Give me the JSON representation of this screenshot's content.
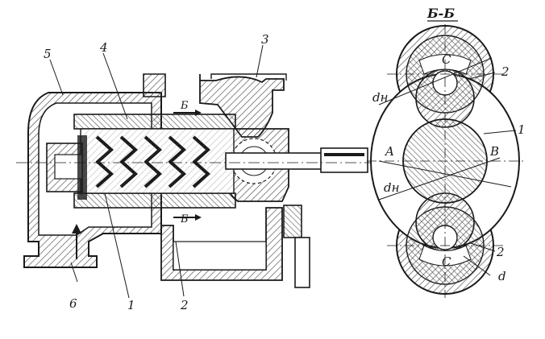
{
  "labels": {
    "section_title": "Б-Б",
    "left_view": {
      "n1": "1",
      "n2": "2",
      "n3": "3",
      "n4": "4",
      "n5": "5",
      "n6": "6",
      "cut_top": "Б",
      "cut_bottom": "Б"
    },
    "right_view": {
      "c_top": "C",
      "c_bottom": "C",
      "a": "A",
      "b": "B",
      "dn_top": "dн",
      "dn_bottom": "dн",
      "d": "d",
      "n1": "1",
      "n2_top": "2",
      "n2_bottom": "2"
    }
  },
  "colors": {
    "ink": "#1a1a1a",
    "hatch": "#555555",
    "background": "#ffffff"
  }
}
